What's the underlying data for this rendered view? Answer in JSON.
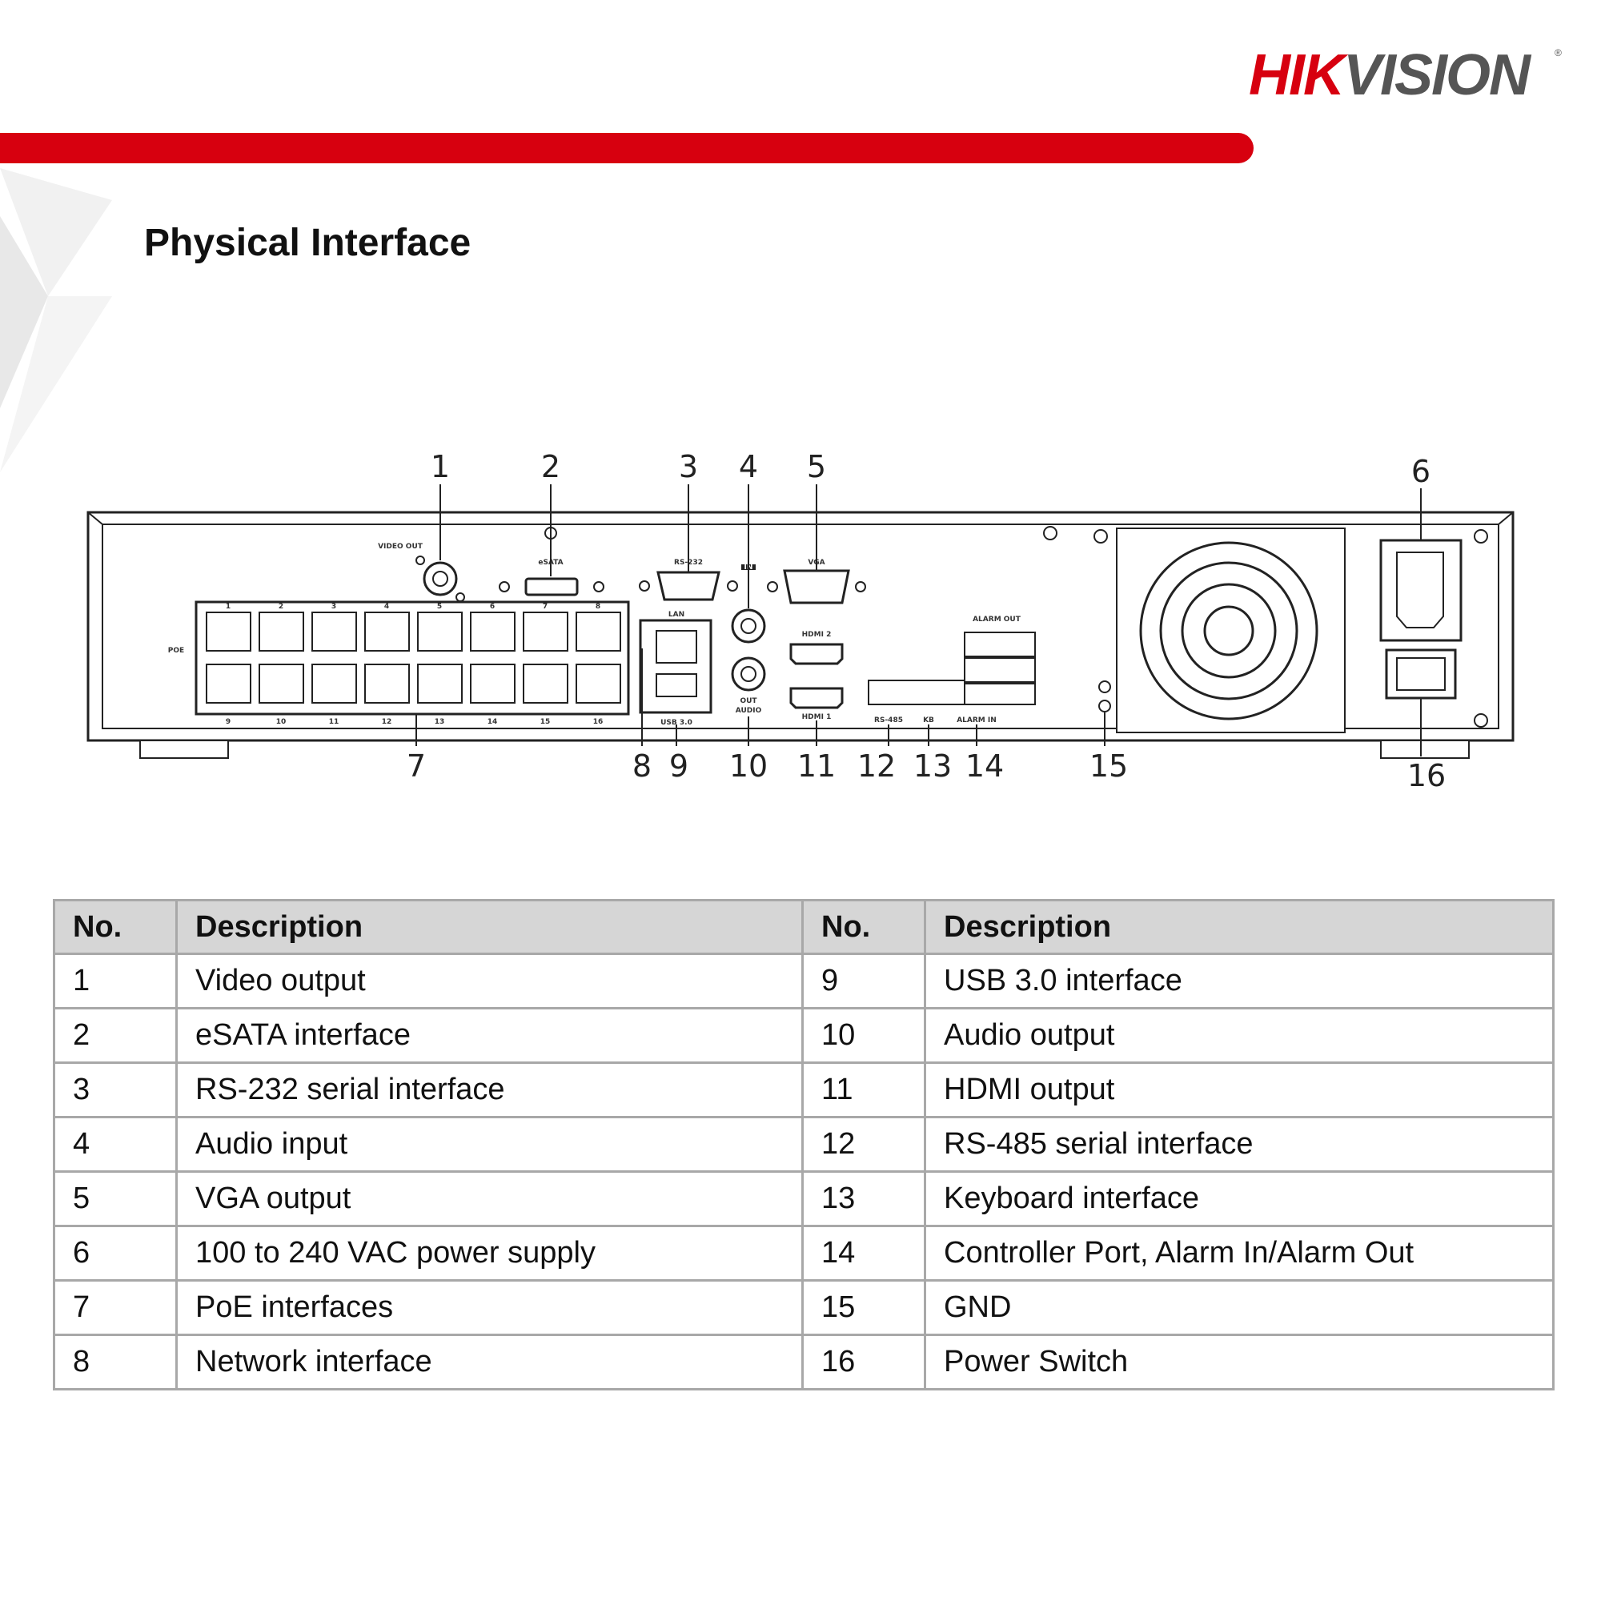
{
  "brand": {
    "name": "HIKVISION"
  },
  "colors": {
    "accent": "#d7000f",
    "header_bg": "#d6d6d6",
    "border": "#a8a8a8"
  },
  "page": {
    "title": "Physical Interface"
  },
  "diagram": {
    "callouts": [
      "1",
      "2",
      "3",
      "4",
      "5",
      "6",
      "7",
      "8",
      "9",
      "10",
      "11",
      "12",
      "13",
      "14",
      "15",
      "16"
    ],
    "panel_labels": {
      "video_out": "VIDEO OUT",
      "esata": "eSATA",
      "rs232": "RS-232",
      "vga": "VGA",
      "lan": "LAN",
      "usb": "USB 3.0",
      "audio": "AUDIO",
      "audio_in": "IN",
      "audio_out": "OUT",
      "hdmi1": "HDMI 1",
      "hdmi2": "HDMI 2",
      "poe": "POE",
      "rs485": "RS-485",
      "kb": "KB",
      "alarm_in": "ALARM IN",
      "alarm_out": "ALARM OUT",
      "top_ports": [
        "1",
        "2",
        "3",
        "4",
        "5",
        "6",
        "7",
        "8"
      ],
      "bottom_ports": [
        "9",
        "10",
        "11",
        "12",
        "13",
        "14",
        "15",
        "16"
      ]
    }
  },
  "table": {
    "headers": {
      "no": "No.",
      "desc": "Description"
    },
    "rows": [
      {
        "no1": "1",
        "desc1": "Video output",
        "no2": "9",
        "desc2": "USB 3.0 interface"
      },
      {
        "no1": "2",
        "desc1": "eSATA interface",
        "no2": "10",
        "desc2": "Audio output"
      },
      {
        "no1": "3",
        "desc1": "RS-232 serial interface",
        "no2": "11",
        "desc2": "HDMI output"
      },
      {
        "no1": "4",
        "desc1": "Audio input",
        "no2": "12",
        "desc2": "RS-485 serial interface"
      },
      {
        "no1": "5",
        "desc1": "VGA output",
        "no2": "13",
        "desc2": "Keyboard interface"
      },
      {
        "no1": "6",
        "desc1": "100 to 240 VAC power supply",
        "no2": "14",
        "desc2": "Controller Port, Alarm In/Alarm Out"
      },
      {
        "no1": "7",
        "desc1": "PoE interfaces",
        "no2": "15",
        "desc2": "GND"
      },
      {
        "no1": "8",
        "desc1": "Network interface",
        "no2": "16",
        "desc2": "Power Switch"
      }
    ]
  }
}
